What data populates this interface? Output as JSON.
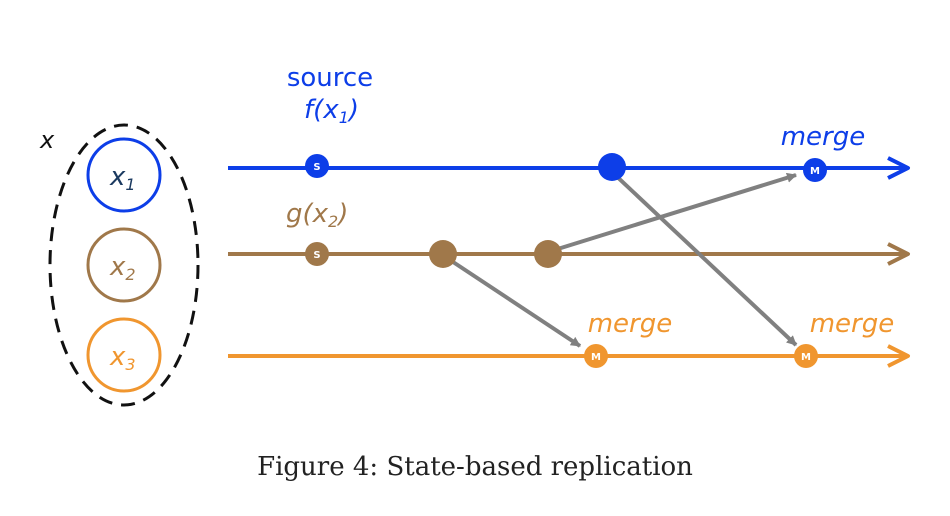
{
  "colors": {
    "blue": "#0d3ee8",
    "brown": "#a0784a",
    "orange": "#f0962f",
    "arrow_gray": "#808080",
    "black": "#111111"
  },
  "group": {
    "label": "x",
    "replicas": [
      {
        "label": "x",
        "sub": "1"
      },
      {
        "label": "x",
        "sub": "2"
      },
      {
        "label": "x",
        "sub": "3"
      }
    ]
  },
  "annotations": {
    "source_label": "source",
    "source_fn": "f(x",
    "source_fn_sub": "1",
    "source_fn_close": ")",
    "g_fn": "g(x",
    "g_fn_sub": "2",
    "g_fn_close": ")",
    "merge_top": "merge",
    "merge_mid": "merge",
    "merge_right": "merge"
  },
  "node_letters": {
    "source": "S",
    "merge": "M"
  },
  "caption": "Figure 4: State-based replication"
}
